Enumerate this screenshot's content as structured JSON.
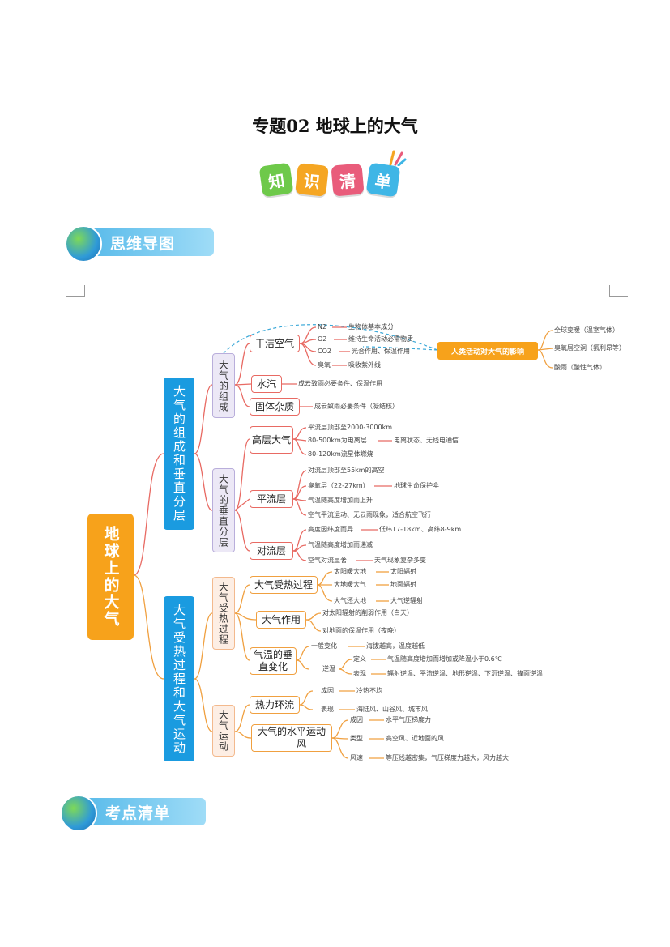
{
  "doc": {
    "title": "专题02  地球上的大气",
    "badges": [
      "知",
      "识",
      "清",
      "单"
    ],
    "section1": "思维导图",
    "section2": "考点清单"
  },
  "mindmap": {
    "root": "地球上的大气",
    "branch_a": "大气的组成和垂直分层",
    "branch_b": "大气受热过程和大气运动",
    "composition": "大气的组成",
    "vertical": "大气的垂直分层",
    "heating": "大气受热过程",
    "motion": "大气运动",
    "clean_air": "干洁空气",
    "vapor": "水汽",
    "solids": "固体杂质",
    "upper": "高层大气",
    "strato": "平流层",
    "tropo": "对流层",
    "heat_process": "大气受热过程",
    "atm_effect": "大气作用",
    "temp_vertical": "气温的垂直变化",
    "thermal_circ": "热力环流",
    "wind": "大气的水平运动——风",
    "human": "人类活动对大气的影响",
    "leaves": {
      "n2": "N2",
      "n2_d": "生物体基本成分",
      "o2": "O2",
      "o2_d": "维持生命活动必需物质",
      "co2": "CO2",
      "co2_d": "光合作用、保温作用",
      "o3": "臭氧",
      "o3_d": "吸收紫外线",
      "vapor_d": "成云致雨必要条件、保温作用",
      "solids_d": "成云致雨必要条件（凝结核）",
      "up1": "平流层顶部至2000-3000km",
      "up2": "80-500km为电离层",
      "up2_d": "电离状态、无线电通信",
      "up3": "80-120km流星体燃烧",
      "st1": "对流层顶部至55km的高空",
      "st2": "臭氧层（22-27km）",
      "st2_d": "地球生命保护伞",
      "st3": "气温随高度增加而上升",
      "st4": "空气平流运动、无云雨现象，适合航空飞行",
      "tr1": "高度因纬度而异",
      "tr1_d": "低纬17-18km、高纬8-9km",
      "tr2": "气温随高度增加而递减",
      "tr3": "空气对流显著",
      "tr3_d": "天气现象复杂多变",
      "hp1": "太阳暖大地",
      "hp1_d": "太阳辐射",
      "hp2": "大地暖大气",
      "hp2_d": "地面辐射",
      "hp3": "大气还大地",
      "hp3_d": "大气逆辐射",
      "ae1": "对太阳辐射的削弱作用（白天）",
      "ae2": "对地面的保温作用（夜晚）",
      "tv1": "一般变化",
      "tv1_d": "海拔越高，温度越低",
      "tv2": "逆温",
      "tv2a": "定义",
      "tv2a_d": "气温随高度增加而增加或降温小于0.6℃",
      "tv2b": "表现",
      "tv2b_d": "辐射逆温、平流逆温、地形逆温、下沉逆温、锋面逆温",
      "tc1": "成因",
      "tc1_d": "冷热不均",
      "tc2": "表现",
      "tc2_d": "海陆风、山谷风、城市风",
      "w1": "成因",
      "w1_d": "水平气压梯度力",
      "w2": "类型",
      "w2_d": "高空风、近地面的风",
      "w3": "风速",
      "w3_d": "等压线越密集，气压梯度力越大，风力越大",
      "hu1": "全球变暖（温室气体）",
      "hu2": "臭氧层空洞（氟利昂等）",
      "hu3": "酸雨（酸性气体）"
    }
  },
  "colors": {
    "root": "#f7a21b",
    "level1": "#1a9be0",
    "line_red": "#e86a63",
    "line_orange": "#f0a040",
    "line_dashed": "#3aa8d8",
    "banner": "#4fb6e8"
  }
}
